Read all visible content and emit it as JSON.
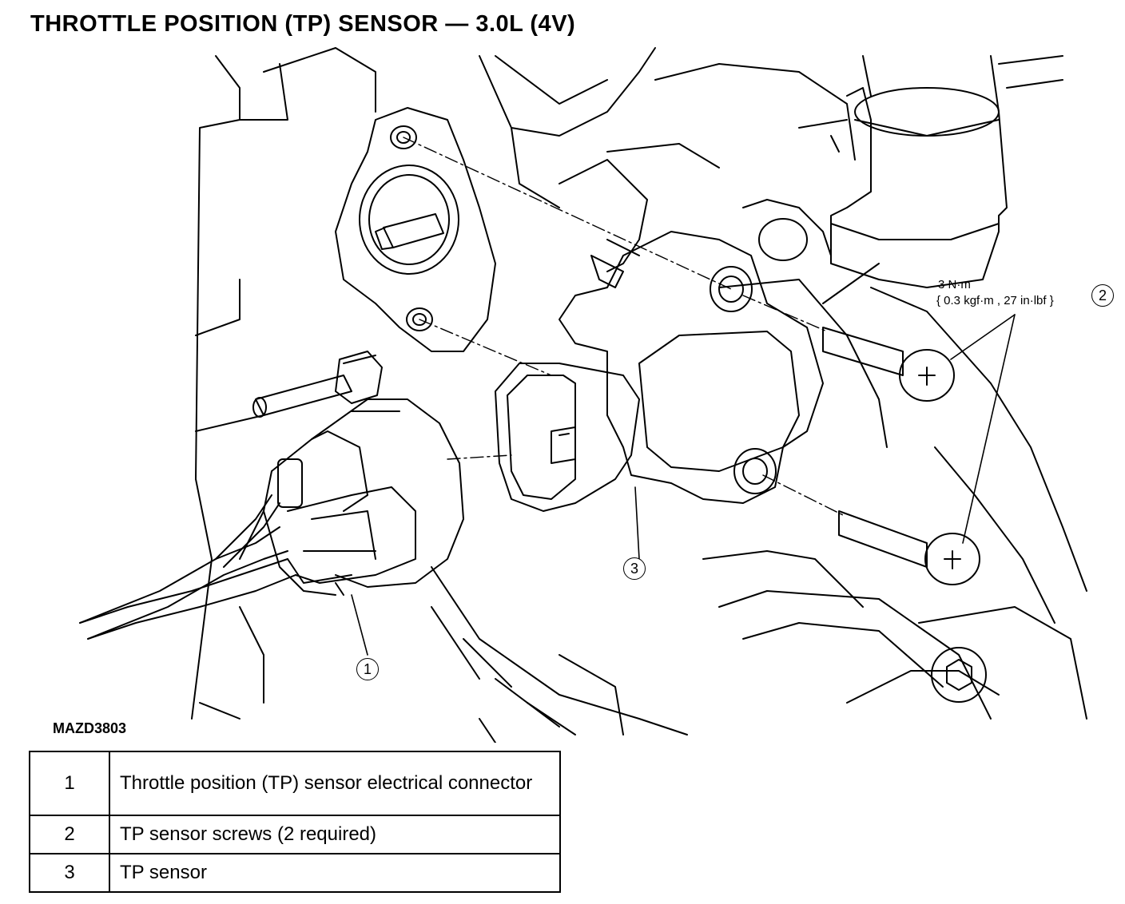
{
  "title": "THROTTLE POSITION (TP) SENSOR — 3.0L (4V)",
  "figure_id": "MAZD3803",
  "torque_spec": {
    "line1": "3 N·m",
    "line2": "{ 0.3 kgf·m , 27 in·lbf }"
  },
  "callouts": [
    "1",
    "2",
    "3"
  ],
  "legend": [
    {
      "num": "1",
      "text": "Throttle position (TP) sensor electrical connector"
    },
    {
      "num": "2",
      "text": "TP sensor screws (2 required)"
    },
    {
      "num": "3",
      "text": "TP sensor"
    }
  ]
}
